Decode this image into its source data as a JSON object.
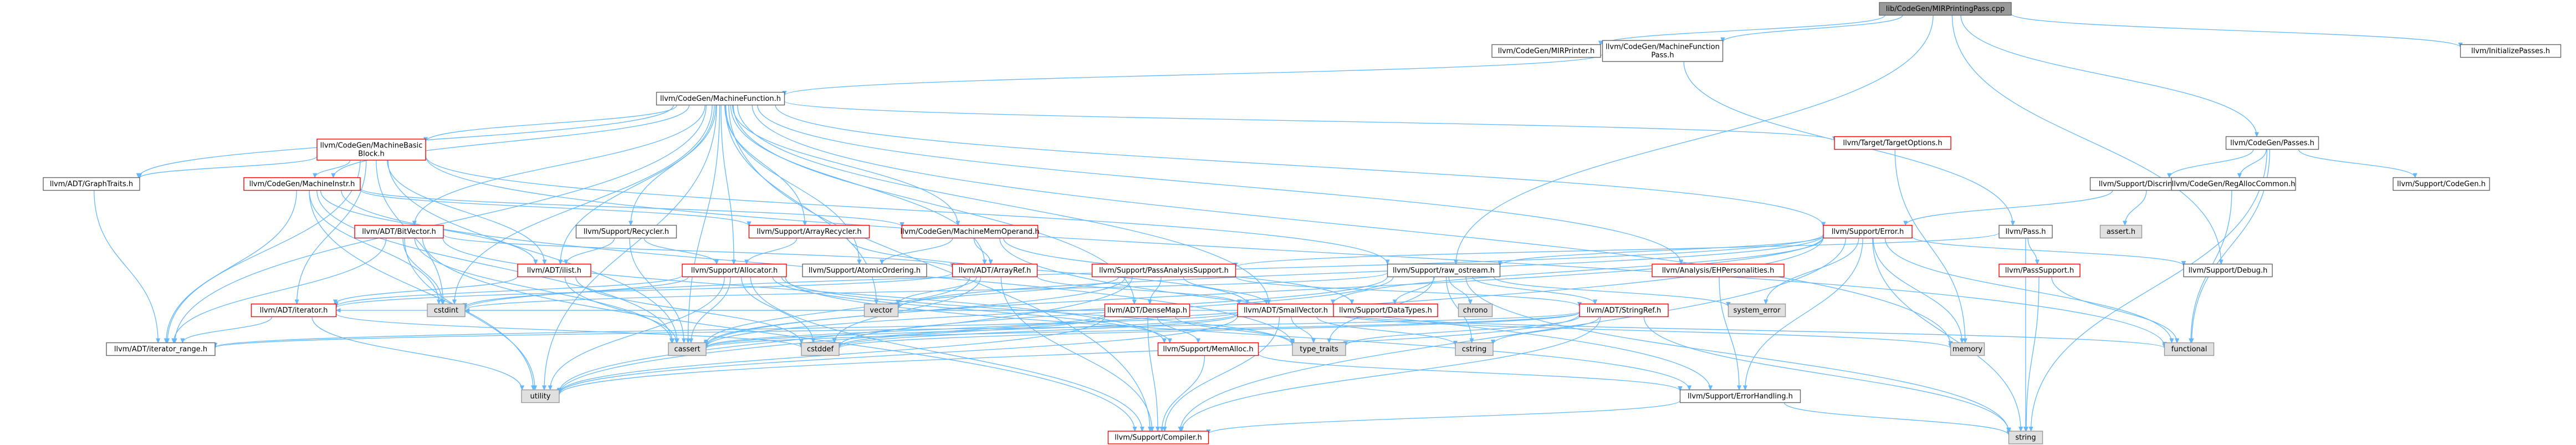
{
  "colors": {
    "edge": "#63b8ff",
    "root_fill": "#999999",
    "root_border": "#666666",
    "local_border": "#ff0000",
    "local_fill": "#ffffff",
    "doc_border": "#666666",
    "system_fill": "#e0e0e0",
    "system_border": "#999999",
    "text": "#000000"
  },
  "nodes": [
    {
      "id": "root",
      "kind": "root",
      "lines": [
        "lib/CodeGen/MIRPrintingPass.cpp"
      ]
    },
    {
      "id": "mirprinter",
      "kind": "doc",
      "lines": [
        "llvm/CodeGen/MIRPrinter.h"
      ]
    },
    {
      "id": "mfpass",
      "kind": "doc",
      "lines": [
        "llvm/CodeGen/MachineFunction",
        "Pass.h"
      ]
    },
    {
      "id": "initpasses",
      "kind": "doc",
      "lines": [
        "llvm/InitializePasses.h"
      ]
    },
    {
      "id": "mf",
      "kind": "doc",
      "lines": [
        "llvm/CodeGen/MachineFunction.h"
      ]
    },
    {
      "id": "cgpasses",
      "kind": "doc",
      "lines": [
        "llvm/CodeGen/Passes.h"
      ]
    },
    {
      "id": "mbb",
      "kind": "local",
      "lines": [
        "llvm/CodeGen/MachineBasic",
        "Block.h"
      ]
    },
    {
      "id": "targetopts",
      "kind": "local",
      "lines": [
        "llvm/Target/TargetOptions.h"
      ]
    },
    {
      "id": "graphtraits",
      "kind": "doc",
      "lines": [
        "llvm/ADT/GraphTraits.h"
      ]
    },
    {
      "id": "mi",
      "kind": "local",
      "lines": [
        "llvm/CodeGen/MachineInstr.h"
      ]
    },
    {
      "id": "discriminator",
      "kind": "doc",
      "lines": [
        "llvm/Support/Discriminator.h"
      ]
    },
    {
      "id": "regalloc",
      "kind": "doc",
      "lines": [
        "llvm/CodeGen/RegAllocCommon.h"
      ]
    },
    {
      "id": "supcodegen",
      "kind": "doc",
      "lines": [
        "llvm/Support/CodeGen.h"
      ]
    },
    {
      "id": "bitvector",
      "kind": "local",
      "lines": [
        "llvm/ADT/BitVector.h"
      ]
    },
    {
      "id": "recycler",
      "kind": "doc",
      "lines": [
        "llvm/Support/Recycler.h"
      ]
    },
    {
      "id": "arrayrecycler",
      "kind": "local",
      "lines": [
        "llvm/Support/ArrayRecycler.h"
      ]
    },
    {
      "id": "mmo",
      "kind": "local",
      "lines": [
        "llvm/CodeGen/MachineMemOperand.h"
      ]
    },
    {
      "id": "superror",
      "kind": "local",
      "lines": [
        "llvm/Support/Error.h"
      ]
    },
    {
      "id": "pass",
      "kind": "doc",
      "lines": [
        "llvm/Pass.h"
      ]
    },
    {
      "id": "assert",
      "kind": "system",
      "lines": [
        "assert.h"
      ]
    },
    {
      "id": "ilist",
      "kind": "local",
      "lines": [
        "llvm/ADT/ilist.h"
      ]
    },
    {
      "id": "allocator",
      "kind": "local",
      "lines": [
        "llvm/Support/Allocator.h"
      ]
    },
    {
      "id": "atomic",
      "kind": "doc",
      "lines": [
        "llvm/Support/AtomicOrdering.h"
      ]
    },
    {
      "id": "arrayref",
      "kind": "local",
      "lines": [
        "llvm/ADT/ArrayRef.h"
      ]
    },
    {
      "id": "pasanalysis",
      "kind": "local",
      "lines": [
        "llvm/Support/PassAnalysisSupport.h"
      ]
    },
    {
      "id": "rawostream",
      "kind": "doc",
      "lines": [
        "llvm/Support/raw_ostream.h"
      ]
    },
    {
      "id": "ehpers",
      "kind": "local",
      "lines": [
        "llvm/Analysis/EHPersonalities.h"
      ]
    },
    {
      "id": "passsupport",
      "kind": "local",
      "lines": [
        "llvm/PassSupport.h"
      ]
    },
    {
      "id": "debug",
      "kind": "doc",
      "lines": [
        "llvm/Support/Debug.h"
      ]
    },
    {
      "id": "cstdint",
      "kind": "system",
      "lines": [
        "cstdint"
      ]
    },
    {
      "id": "iterator",
      "kind": "local",
      "lines": [
        "llvm/ADT/iterator.h"
      ]
    },
    {
      "id": "vector",
      "kind": "system",
      "lines": [
        "vector"
      ]
    },
    {
      "id": "densemap",
      "kind": "local",
      "lines": [
        "llvm/ADT/DenseMap.h"
      ]
    },
    {
      "id": "smallvector",
      "kind": "local",
      "lines": [
        "llvm/ADT/SmallVector.h"
      ]
    },
    {
      "id": "datatypes",
      "kind": "local",
      "lines": [
        "llvm/Support/DataTypes.h"
      ]
    },
    {
      "id": "chrono",
      "kind": "system",
      "lines": [
        "chrono"
      ]
    },
    {
      "id": "stringref",
      "kind": "local",
      "lines": [
        "llvm/ADT/StringRef.h"
      ]
    },
    {
      "id": "systemerror",
      "kind": "system",
      "lines": [
        "system_error"
      ]
    },
    {
      "id": "memory",
      "kind": "system",
      "lines": [
        "memory"
      ]
    },
    {
      "id": "functional",
      "kind": "system",
      "lines": [
        "functional"
      ]
    },
    {
      "id": "iterrange",
      "kind": "doc",
      "lines": [
        "llvm/ADT/iterator_range.h"
      ]
    },
    {
      "id": "cassert",
      "kind": "system",
      "lines": [
        "cassert"
      ]
    },
    {
      "id": "cstddef",
      "kind": "system",
      "lines": [
        "cstddef"
      ]
    },
    {
      "id": "memalloc",
      "kind": "local",
      "lines": [
        "llvm/Support/MemAlloc.h"
      ]
    },
    {
      "id": "typetraits",
      "kind": "system",
      "lines": [
        "type_traits"
      ]
    },
    {
      "id": "cstring",
      "kind": "system",
      "lines": [
        "cstring"
      ]
    },
    {
      "id": "utility",
      "kind": "system",
      "lines": [
        "utility"
      ]
    },
    {
      "id": "errhandling",
      "kind": "doc",
      "lines": [
        "llvm/Support/ErrorHandling.h"
      ]
    },
    {
      "id": "compiler",
      "kind": "local",
      "lines": [
        "llvm/Support/Compiler.h"
      ]
    },
    {
      "id": "string",
      "kind": "system",
      "lines": [
        "string"
      ]
    }
  ],
  "edges": [
    [
      "root",
      "mirprinter"
    ],
    [
      "root",
      "mfpass"
    ],
    [
      "root",
      "initpasses"
    ],
    [
      "root",
      "cgpasses"
    ],
    [
      "root",
      "rawostream"
    ],
    [
      "root",
      "debug"
    ],
    [
      "mfpass",
      "mf"
    ],
    [
      "mfpass",
      "pass"
    ],
    [
      "mf",
      "mbb"
    ],
    [
      "mf",
      "targetopts"
    ],
    [
      "mf",
      "graphtraits"
    ],
    [
      "mf",
      "mi"
    ],
    [
      "mf",
      "bitvector"
    ],
    [
      "mf",
      "recycler"
    ],
    [
      "mf",
      "arrayrecycler"
    ],
    [
      "mf",
      "mmo"
    ],
    [
      "mf",
      "ilist"
    ],
    [
      "mf",
      "allocator"
    ],
    [
      "mf",
      "atomic"
    ],
    [
      "mf",
      "arrayref"
    ],
    [
      "mf",
      "ehpers"
    ],
    [
      "mf",
      "densemap"
    ],
    [
      "mf",
      "smallvector"
    ],
    [
      "mf",
      "iterrange"
    ],
    [
      "mf",
      "cassert"
    ],
    [
      "mf",
      "cstdint"
    ],
    [
      "mf",
      "memory"
    ],
    [
      "mf",
      "utility"
    ],
    [
      "mf",
      "vector"
    ],
    [
      "mf",
      "compiler"
    ],
    [
      "mf",
      "superror"
    ],
    [
      "cgpasses",
      "discriminator"
    ],
    [
      "cgpasses",
      "regalloc"
    ],
    [
      "cgpasses",
      "supcodegen"
    ],
    [
      "cgpasses",
      "functional"
    ],
    [
      "cgpasses",
      "string"
    ],
    [
      "mbb",
      "mi"
    ],
    [
      "mbb",
      "graphtraits"
    ],
    [
      "mbb",
      "ilist"
    ],
    [
      "mbb",
      "iterrange"
    ],
    [
      "mbb",
      "cassert"
    ],
    [
      "mbb",
      "cstdint"
    ],
    [
      "mbb",
      "functional"
    ],
    [
      "mbb",
      "iterator"
    ],
    [
      "mbb",
      "rawostream"
    ],
    [
      "targetopts",
      "memory"
    ],
    [
      "graphtraits",
      "iterrange"
    ],
    [
      "mi",
      "arrayrecycler"
    ],
    [
      "mi",
      "mmo"
    ],
    [
      "mi",
      "ilist"
    ],
    [
      "mi",
      "cassert"
    ],
    [
      "mi",
      "cstdint"
    ],
    [
      "mi",
      "utility"
    ],
    [
      "mi",
      "iterrange"
    ],
    [
      "mi",
      "typetraits"
    ],
    [
      "discriminator",
      "superror"
    ],
    [
      "discriminator",
      "assert"
    ],
    [
      "regalloc",
      "functional"
    ],
    [
      "bitvector",
      "arrayref"
    ],
    [
      "bitvector",
      "iterrange"
    ],
    [
      "bitvector",
      "cassert"
    ],
    [
      "bitvector",
      "cstdint"
    ],
    [
      "bitvector",
      "utility"
    ],
    [
      "bitvector",
      "memalloc"
    ],
    [
      "bitvector",
      "compiler"
    ],
    [
      "recycler",
      "allocator"
    ],
    [
      "recycler",
      "cassert"
    ],
    [
      "recycler",
      "ilist"
    ],
    [
      "arrayrecycler",
      "allocator"
    ],
    [
      "arrayrecycler",
      "smallvector"
    ],
    [
      "mmo",
      "atomic"
    ],
    [
      "mmo",
      "datatypes"
    ],
    [
      "mmo",
      "arrayref"
    ],
    [
      "mmo",
      "errhandling"
    ],
    [
      "superror",
      "rawostream"
    ],
    [
      "superror",
      "errhandling"
    ],
    [
      "superror",
      "debug"
    ],
    [
      "superror",
      "smallvector"
    ],
    [
      "superror",
      "compiler"
    ],
    [
      "superror",
      "memory"
    ],
    [
      "superror",
      "functional"
    ],
    [
      "superror",
      "string"
    ],
    [
      "superror",
      "systemerror"
    ],
    [
      "superror",
      "cassert"
    ],
    [
      "superror",
      "cstdint"
    ],
    [
      "superror",
      "utility"
    ],
    [
      "superror",
      "vector"
    ],
    [
      "pass",
      "passsupport"
    ],
    [
      "pass",
      "pasanalysis"
    ],
    [
      "pass",
      "string"
    ],
    [
      "ilist",
      "cassert"
    ],
    [
      "ilist",
      "cstddef"
    ],
    [
      "ilist",
      "iterator"
    ],
    [
      "allocator",
      "compiler"
    ],
    [
      "allocator",
      "errhandling"
    ],
    [
      "allocator",
      "memalloc"
    ],
    [
      "allocator",
      "cassert"
    ],
    [
      "allocator",
      "cstddef"
    ],
    [
      "allocator",
      "cstdint"
    ],
    [
      "allocator",
      "iterator"
    ],
    [
      "allocator",
      "typetraits"
    ],
    [
      "allocator",
      "utility"
    ],
    [
      "arrayref",
      "smallvector"
    ],
    [
      "arrayref",
      "cassert"
    ],
    [
      "arrayref",
      "cstddef"
    ],
    [
      "arrayref",
      "vector"
    ],
    [
      "arrayref",
      "compiler"
    ],
    [
      "arrayref",
      "iterator"
    ],
    [
      "pasanalysis",
      "densemap"
    ],
    [
      "pasanalysis",
      "smallvector"
    ],
    [
      "pasanalysis",
      "cassert"
    ],
    [
      "pasanalysis",
      "vector"
    ],
    [
      "pasanalysis",
      "stringref"
    ],
    [
      "pasanalysis",
      "utility"
    ],
    [
      "rawostream",
      "stringref"
    ],
    [
      "rawostream",
      "datatypes"
    ],
    [
      "rawostream",
      "cassert"
    ],
    [
      "rawostream",
      "chrono"
    ],
    [
      "rawostream",
      "cstddef"
    ],
    [
      "rawostream",
      "cstdint"
    ],
    [
      "rawostream",
      "cstring"
    ],
    [
      "rawostream",
      "string"
    ],
    [
      "rawostream",
      "systemerror"
    ],
    [
      "rawostream",
      "typetraits"
    ],
    [
      "ehpers",
      "errhandling"
    ],
    [
      "passsupport",
      "functional"
    ],
    [
      "passsupport",
      "string"
    ],
    [
      "iterator",
      "iterrange"
    ],
    [
      "iterator",
      "cstddef"
    ],
    [
      "iterator",
      "utility"
    ],
    [
      "densemap",
      "memalloc"
    ],
    [
      "densemap",
      "compiler"
    ],
    [
      "densemap",
      "cassert"
    ],
    [
      "densemap",
      "cstddef"
    ],
    [
      "densemap",
      "utility"
    ],
    [
      "densemap",
      "typetraits"
    ],
    [
      "densemap",
      "iterator"
    ],
    [
      "smallvector",
      "compiler"
    ],
    [
      "smallvector",
      "cassert"
    ],
    [
      "smallvector",
      "cstddef"
    ],
    [
      "smallvector",
      "cstdint"
    ],
    [
      "smallvector",
      "cstring"
    ],
    [
      "smallvector",
      "functional"
    ],
    [
      "smallvector",
      "memory"
    ],
    [
      "smallvector",
      "typetraits"
    ],
    [
      "smallvector",
      "utility"
    ],
    [
      "smallvector",
      "iterrange"
    ],
    [
      "stringref",
      "iterrange"
    ],
    [
      "stringref",
      "compiler"
    ],
    [
      "stringref",
      "cassert"
    ],
    [
      "stringref",
      "cstddef"
    ],
    [
      "stringref",
      "cstring"
    ],
    [
      "stringref",
      "string"
    ],
    [
      "stringref",
      "typetraits"
    ],
    [
      "stringref",
      "utility"
    ],
    [
      "memalloc",
      "compiler"
    ],
    [
      "memalloc",
      "errhandling"
    ],
    [
      "errhandling",
      "compiler"
    ],
    [
      "errhandling",
      "string"
    ]
  ]
}
